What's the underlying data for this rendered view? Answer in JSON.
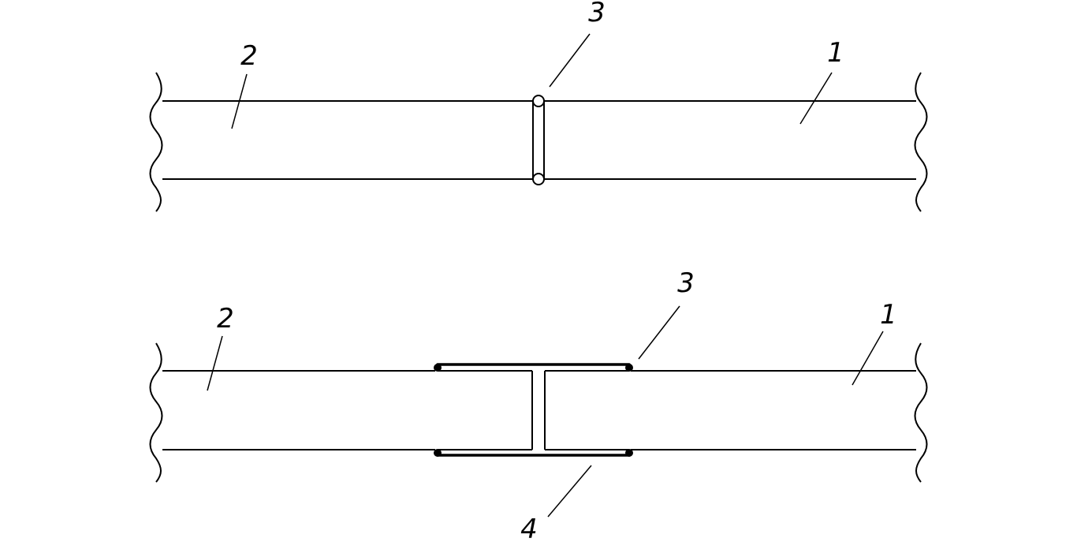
{
  "views": [
    {
      "name": "upper-view",
      "labels": {
        "plate_right": "1",
        "plate_left": "2",
        "weld": "3"
      }
    },
    {
      "name": "lower-view",
      "labels": {
        "plate_right": "1",
        "plate_left": "2",
        "weld": "3",
        "connector": "4"
      }
    }
  ]
}
